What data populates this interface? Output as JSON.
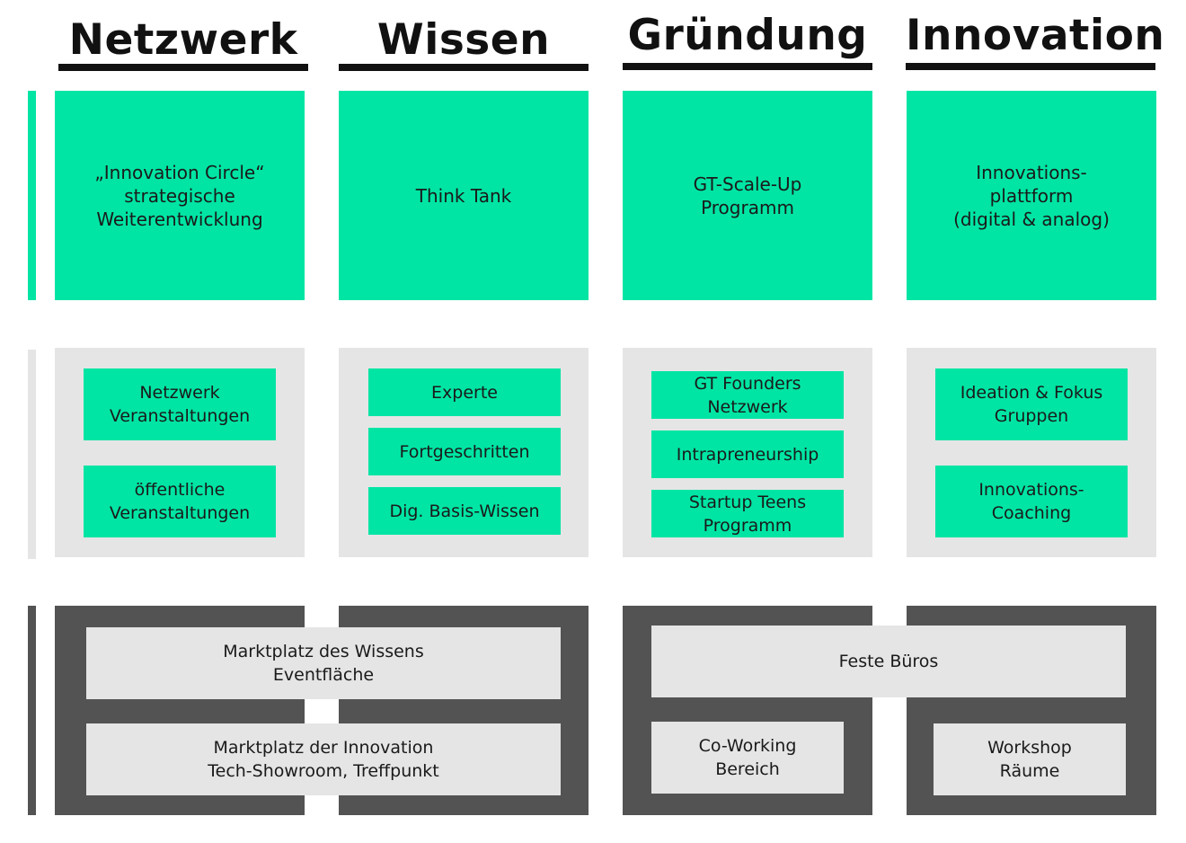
{
  "columns": [
    {
      "title": "Netzwerk"
    },
    {
      "title": "Wissen"
    },
    {
      "title": "Gründung"
    },
    {
      "title": "Innovation"
    }
  ],
  "row1": [
    {
      "label": "„Innovation Circle“\nstrategische\nWeiterentwicklung"
    },
    {
      "label": "Think Tank"
    },
    {
      "label": "GT-Scale-Up\nProgramm"
    },
    {
      "label": "Innovations-\nplattform\n(digital & analog)"
    }
  ],
  "row2": {
    "netzwerk": [
      {
        "label": "Netzwerk\nVeranstaltungen"
      },
      {
        "label": "öffentliche\nVeranstaltungen"
      }
    ],
    "wissen": [
      {
        "label": "Experte"
      },
      {
        "label": "Fortgeschritten"
      },
      {
        "label": "Dig. Basis-Wissen"
      }
    ],
    "gruendung": [
      {
        "label": "GT Founders\nNetzwerk"
      },
      {
        "label": "Intrapreneurship"
      },
      {
        "label": "Startup Teens\nProgramm"
      }
    ],
    "innovation": [
      {
        "label": "Ideation & Fokus\nGruppen"
      },
      {
        "label": "Innovations-\nCoaching"
      }
    ]
  },
  "row3": {
    "marktplatz_wissen": {
      "label": "Marktplatz des Wissens\nEventfläche"
    },
    "marktplatz_innovation": {
      "label": "Marktplatz der Innovation\nTech-Showroom, Treffpunkt"
    },
    "feste_bueros": {
      "label": "Feste Büros"
    },
    "coworking": {
      "label": "Co-Working\nBereich"
    },
    "workshop": {
      "label": "Workshop\nRäume"
    }
  },
  "colors": {
    "green": "#00e5a4",
    "light_gray": "#e5e5e5",
    "dark_gray": "#535353",
    "header_black": "#111111"
  }
}
